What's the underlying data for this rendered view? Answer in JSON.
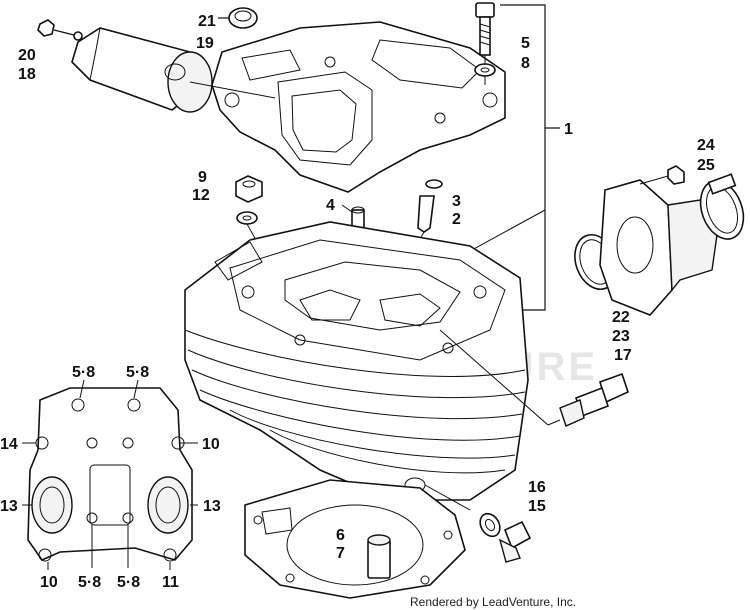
{
  "watermark": "LEADVENTURE",
  "credit": "Rendered by LeadVenture, Inc.",
  "callouts": {
    "c1": "1",
    "c2": "2",
    "c3": "3",
    "c4": "4",
    "c5": "5",
    "c8": "8",
    "c6": "6",
    "c7": "7",
    "c9": "9",
    "c12": "12",
    "c15": "15",
    "c16": "16",
    "c17": "17",
    "c18": "18",
    "c19": "19",
    "c20": "20",
    "c21": "21",
    "c22": "22",
    "c23": "23",
    "c24": "24",
    "c25": "25",
    "detail_58_a": "5·8",
    "detail_58_b": "5·8",
    "detail_58_c": "5·8",
    "detail_58_d": "5·8",
    "detail_14": "14",
    "detail_10_a": "10",
    "detail_10_b": "10",
    "detail_13_a": "13",
    "detail_13_b": "13",
    "detail_11": "11"
  }
}
